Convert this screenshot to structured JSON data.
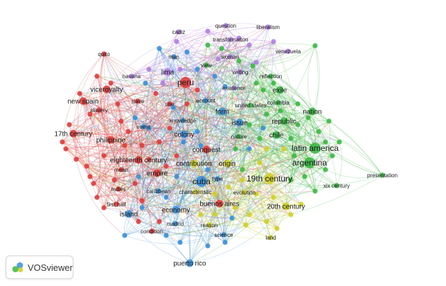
{
  "colors": {
    "red": "#e03c3c",
    "green": "#3cb944",
    "blue": "#3b8fd6",
    "yellow": "#cfcf2a",
    "purple": "#b07fe0"
  },
  "branding": {
    "app_name": "VOSviewer",
    "logo_icon": "vosviewer-logo-icon"
  },
  "nodes": [
    {
      "label": "question",
      "cluster": "purple",
      "weight": 1
    },
    {
      "label": "cadiz",
      "cluster": "purple",
      "weight": 1
    },
    {
      "label": "liberalism",
      "cluster": "purple",
      "weight": 1
    },
    {
      "label": "transformation",
      "cluster": "purple",
      "weight": 1
    },
    {
      "label": "venezuela",
      "cluster": "purple",
      "weight": 1
    },
    {
      "label": "woman",
      "cluster": "purple",
      "weight": 1
    },
    {
      "label": "quito",
      "cluster": "red",
      "weight": 1
    },
    {
      "label": "man",
      "cluster": "blue",
      "weight": 1
    },
    {
      "label": "havana",
      "cluster": "purple",
      "weight": 1
    },
    {
      "label": "lima",
      "cluster": "purple",
      "weight": 2
    },
    {
      "label": "view",
      "cluster": "green",
      "weight": 1
    },
    {
      "label": "writing",
      "cluster": "purple",
      "weight": 1
    },
    {
      "label": "reflection",
      "cluster": "green",
      "weight": 1
    },
    {
      "label": "peru",
      "cluster": "red",
      "weight": 3
    },
    {
      "label": "viceroyalty",
      "cluster": "red",
      "weight": 2
    },
    {
      "label": "existence",
      "cluster": "purple",
      "weight": 1
    },
    {
      "label": "exile",
      "cluster": "green",
      "weight": 2
    },
    {
      "label": "new spain",
      "cluster": "red",
      "weight": 2
    },
    {
      "label": "slave",
      "cluster": "red",
      "weight": 1
    },
    {
      "label": "account",
      "cluster": "blue",
      "weight": 1
    },
    {
      "label": "colombia",
      "cluster": "green",
      "weight": 1
    },
    {
      "label": "use",
      "cluster": "red",
      "weight": 1
    },
    {
      "label": "united states",
      "cluster": "green",
      "weight": 1
    },
    {
      "label": "slavery",
      "cluster": "red",
      "weight": 1
    },
    {
      "label": "form",
      "cluster": "blue",
      "weight": 2
    },
    {
      "label": "nation",
      "cluster": "green",
      "weight": 2
    },
    {
      "label": "knowledge",
      "cluster": "blue",
      "weight": 1
    },
    {
      "label": "issue",
      "cluster": "blue",
      "weight": 2
    },
    {
      "label": "republic",
      "cluster": "green",
      "weight": 2
    },
    {
      "label": "event",
      "cluster": "blue",
      "weight": 1
    },
    {
      "label": "colony",
      "cluster": "blue",
      "weight": 2
    },
    {
      "label": "chile",
      "cluster": "green",
      "weight": 2
    },
    {
      "label": "17th century",
      "cluster": "red",
      "weight": 2
    },
    {
      "label": "nature",
      "cluster": "green",
      "weight": 1
    },
    {
      "label": "philippine",
      "cluster": "red",
      "weight": 2
    },
    {
      "label": "latin america",
      "cluster": "green",
      "weight": 3
    },
    {
      "label": "conquest",
      "cluster": "red",
      "weight": 2
    },
    {
      "label": "eighteenth century",
      "cluster": "red",
      "weight": 2
    },
    {
      "label": "argentina",
      "cluster": "green",
      "weight": 3
    },
    {
      "label": "contribution",
      "cluster": "yellow",
      "weight": 2
    },
    {
      "label": "origin",
      "cluster": "yellow",
      "weight": 2
    },
    {
      "label": "mean",
      "cluster": "red",
      "weight": 1
    },
    {
      "label": "empire",
      "cluster": "red",
      "weight": 2
    },
    {
      "label": "cuba",
      "cluster": "blue",
      "weight": 3
    },
    {
      "label": "19th century",
      "cluster": "yellow",
      "weight": 3
    },
    {
      "label": "presentation",
      "cluster": "green",
      "weight": 1
    },
    {
      "label": "type",
      "cluster": "blue",
      "weight": 1
    },
    {
      "label": "indies",
      "cluster": "red",
      "weight": 1
    },
    {
      "label": "caribbean",
      "cluster": "blue",
      "weight": 1
    },
    {
      "label": "xix century",
      "cluster": "green",
      "weight": 1
    },
    {
      "label": "characteristic",
      "cluster": "yellow",
      "weight": 1
    },
    {
      "label": "evolution",
      "cluster": "yellow",
      "weight": 1
    },
    {
      "label": "buenos aires",
      "cluster": "red",
      "weight": 2
    },
    {
      "label": "first half",
      "cluster": "red",
      "weight": 1
    },
    {
      "label": "economy",
      "cluster": "blue",
      "weight": 2
    },
    {
      "label": "20th century",
      "cluster": "yellow",
      "weight": 2
    },
    {
      "label": "island",
      "cluster": "blue",
      "weight": 2
    },
    {
      "label": "madrid",
      "cluster": "blue",
      "weight": 1
    },
    {
      "label": "reason",
      "cluster": "yellow",
      "weight": 1
    },
    {
      "label": "condition",
      "cluster": "red",
      "weight": 1
    },
    {
      "label": "science",
      "cluster": "blue",
      "weight": 1
    },
    {
      "label": "land",
      "cluster": "yellow",
      "weight": 1
    },
    {
      "label": "puerto rico",
      "cluster": "blue",
      "weight": 2
    }
  ]
}
